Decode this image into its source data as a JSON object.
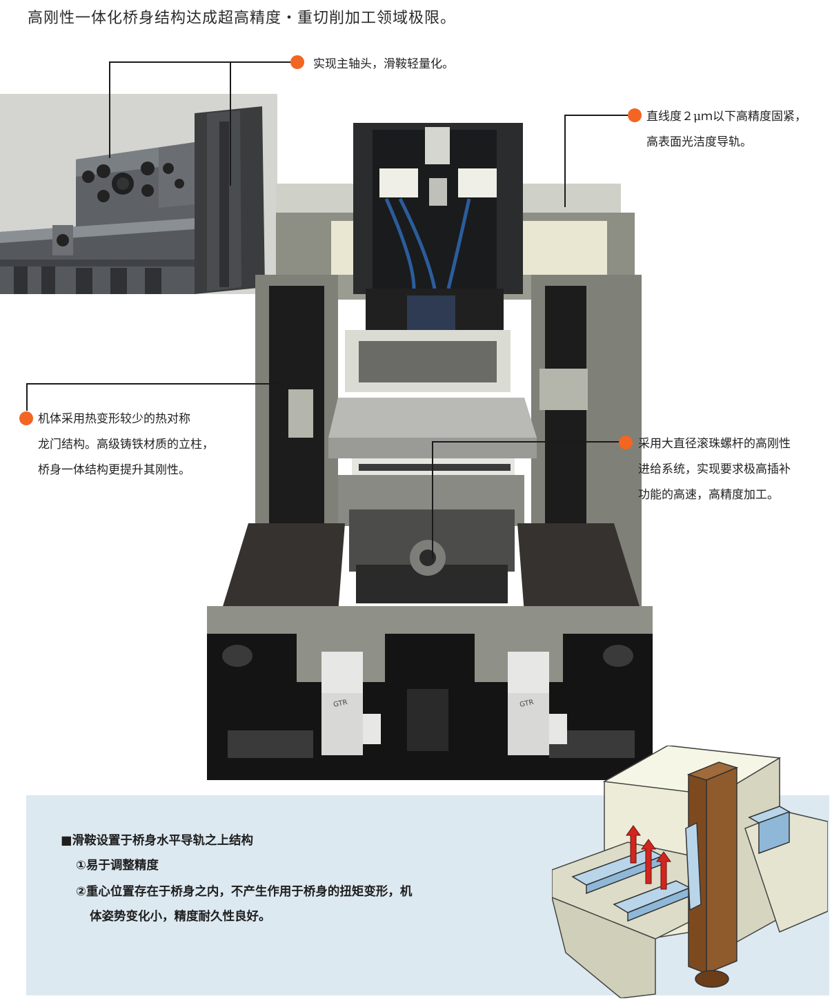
{
  "headline": "高刚性一体化桥身结构达成超高精度・重切削加工领域极限。",
  "callouts": {
    "spindle": {
      "lines": [
        "实现主轴头，滑鞍轻量化。"
      ]
    },
    "guide": {
      "lines": [
        "直线度２μｍ以下高精度固紧，",
        "高表面光洁度导轨。"
      ]
    },
    "frame": {
      "lines": [
        "机体采用热变形较少的热对称",
        "龙门结构。高级铸铁材质的立柱，",
        "桥身一体结构更提升其刚性。"
      ]
    },
    "ballscrew": {
      "lines": [
        "采用大直径滚珠螺杆的高刚性",
        "进给系统，实现要求极高插补",
        "功能的高速，高精度加工。"
      ]
    }
  },
  "info": {
    "heading": "■滑鞍设置于桥身水平导轨之上结构",
    "item1": "①易于调整精度",
    "item2_line1": "②重心位置存在于桥身之内，不产生作用于桥身的扭矩变形，机",
    "item2_line2": "体姿势变化小，精度耐久性良好。"
  },
  "motor_brand": "GTR",
  "colors": {
    "bullet": "#f26522",
    "info_bg": "#dde9f1",
    "machine_frame": "#8a8a80",
    "machine_dark": "#161616"
  }
}
